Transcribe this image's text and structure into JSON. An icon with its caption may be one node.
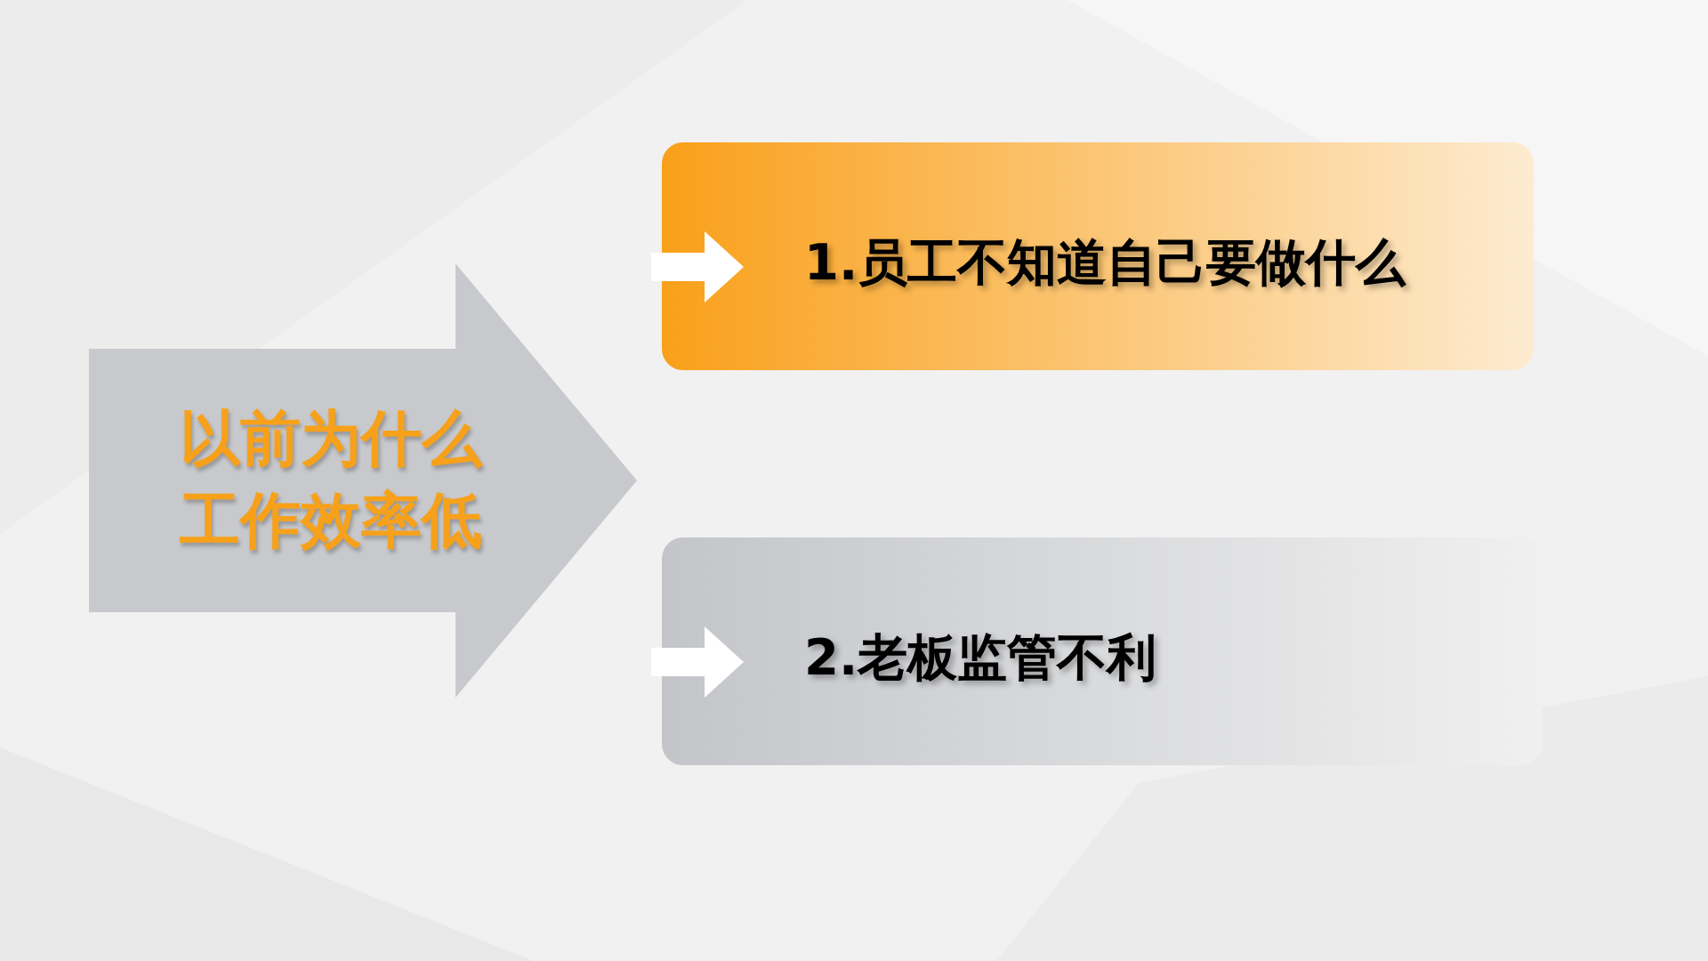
{
  "diagram": {
    "nodes": [
      {
        "text": [
          "以前为什么工作效率低"
        ]
      },
      {
        "text": [
          "1.员工不知道自己要做什么"
        ]
      },
      {
        "text": [
          "2.老板监管不利"
        ]
      }
    ]
  }
}
